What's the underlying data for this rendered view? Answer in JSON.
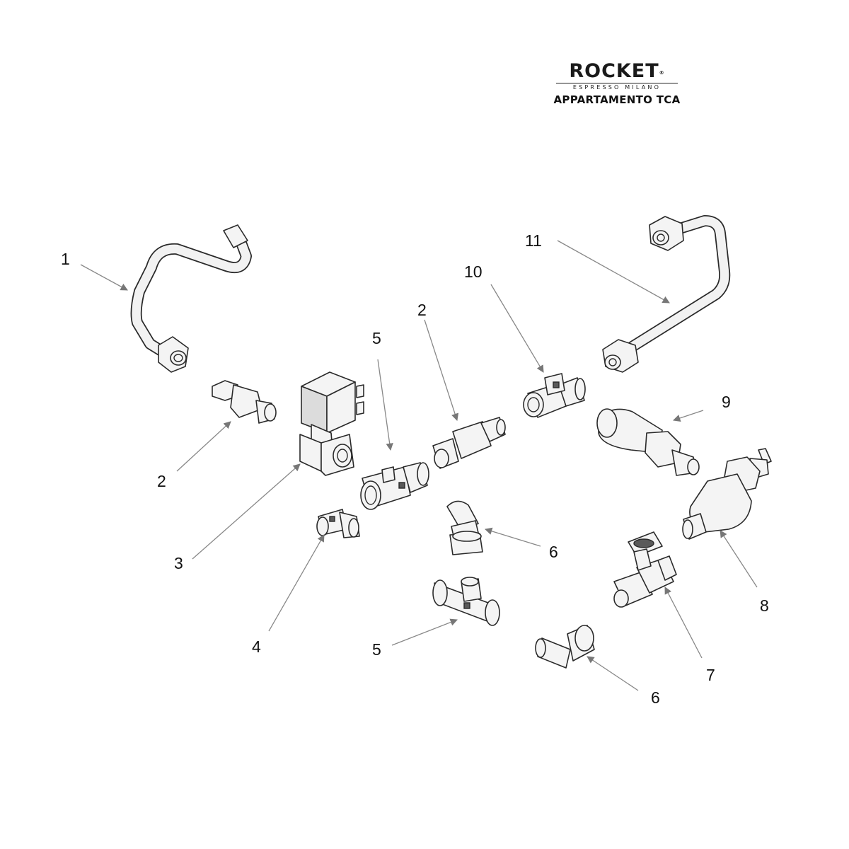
{
  "brand": {
    "name": "ROCKET",
    "registered_mark": "®",
    "tagline": "ESPRESSO MILANO",
    "model": "APPARTAMENTO TCA"
  },
  "callouts": [
    {
      "id": "callout-1",
      "label": "1"
    },
    {
      "id": "callout-2a",
      "label": "2"
    },
    {
      "id": "callout-2b",
      "label": "2"
    },
    {
      "id": "callout-3",
      "label": "3"
    },
    {
      "id": "callout-4",
      "label": "4"
    },
    {
      "id": "callout-5a",
      "label": "5"
    },
    {
      "id": "callout-5b",
      "label": "5"
    },
    {
      "id": "callout-6a",
      "label": "6"
    },
    {
      "id": "callout-6b",
      "label": "6"
    },
    {
      "id": "callout-7",
      "label": "7"
    },
    {
      "id": "callout-8",
      "label": "8"
    },
    {
      "id": "callout-9",
      "label": "9"
    },
    {
      "id": "callout-10",
      "label": "10"
    },
    {
      "id": "callout-11",
      "label": "11"
    }
  ]
}
